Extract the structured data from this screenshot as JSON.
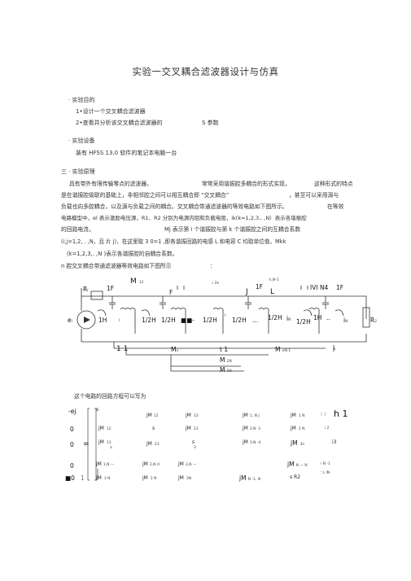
{
  "title": "实验一交叉耦合滤波器设计与仿真",
  "s1": {
    "heading": "· 实验目的",
    "item1": "1•设计一个交叉耦合滤波器",
    "item2": "2•查看并分析该交叉耦合滤波器的",
    "item2b": "S 参数"
  },
  "s2": {
    "heading": "· 实验设备",
    "item1": "装有 HFSS 13.0 软件的笔记本电脑一台"
  },
  "s3": {
    "heading": "三 · 实验原理",
    "p1a": "具有带外有限传输零点的滤波器，",
    "p1b": "常常采用谐振腔多耦合的形式实现，",
    "p1c": "这种形式的特点",
    "p2a": "是在谐振腔级联的基础上，非相邻腔之间可以相互耦合即 “交叉耦合”",
    "p2b": "，甚至可以采用源与",
    "p3a": "负载也向多腔耦合，以及源与负载之间的耦合。交叉耦合带通滤波器的等效电路如下图所示。",
    "p3b": "在等效",
    "p4": "电路模型中，el 表示激励电压源，R1、R2 分别为电源内阻和负载电阻，ik(k=1,2,3,. ,N）表示各谐振腔",
    "p5a": "的回路电流，",
    "p5b": "Mj 表示第 i 个谐振腔与第 k 个谐振腔之间的互耦合系数",
    "p6": "(i,j=1,2, . ,N，且 片 j)，在这里取 3 0=1 ,即各谐振回路的电感 L 和电容 C 均取单位值，Mkk",
    "p7": "(k=1,2,3,. ,N )表示各谐振腔的自耦合系数。",
    "p8a": "n 腔交叉耦合带通滤波器等效电路如下图所示",
    "p8b": "："
  },
  "circuit": {
    "M12": "M",
    "M12_sub": "12",
    "i2k": "i 2k",
    "kN1": "k,N-1",
    "R1": "R",
    "R1_sub": "l",
    "F1": "1F",
    "F2": "F",
    "F3": "1F",
    "J": "J",
    "L": "L",
    "F4": "IVI N4",
    "F5": "1F",
    "el": "e",
    "el_sub": "l",
    "H1": "1H",
    "il": "I",
    "H2": "1/2H",
    "H3": "1/2H",
    "sq": "■■-",
    "H4": "1/2H",
    "Il2": "I",
    "H5": "1/2H",
    "dots1": "...",
    "H6": "1/2H",
    "iN": "i",
    "iN_sub": "N",
    "H7": "1/2H",
    "H8": "1H",
    "dots2": "..",
    "iN2": "i",
    "iN2_sub": "N",
    "R2": "R",
    "R2_sub": "2",
    "bot11": "1 1",
    "Mn": "M",
    "Mn_sub": "n",
    "t1": "t 1",
    "MnN1": "M",
    "MnN1_sub": "nN-1",
    "k": "k",
    "M2N": "M",
    "M2N_sub": "2N",
    "M1N": "M",
    "M1N_sub": "1N"
  },
  "eq": {
    "intro": "这个电路的回路方程可以写为",
    "r1": {
      "a": "-ej",
      "s": "s",
      "m12": "jM",
      "m12s": "12",
      "m13": "jM",
      "m13s": "13",
      "m1N1": "jM",
      "m1N1s": "1, N J",
      "m1N": "jM",
      "m1Ns": "1 N",
      "rb": "）|",
      "h1": "h 1"
    },
    "r2": {
      "a": "0",
      "m12": "jM",
      "m12s": "12",
      "s": "s",
      "m23": "jM",
      "m23s": "23",
      "m2N1": "jM",
      "m2N1s": "2,N -1",
      "m2N": "jM",
      "m2Ns": "2 N",
      "i2": "i 2"
    },
    "r3": {
      "a": "0",
      "eq": "=",
      "m13": "jM",
      "m13s": "13",
      "m13b": "a",
      "m23": "jM",
      "m23s": "23",
      "s": "s",
      "s3": "3",
      "m3N4": "jM",
      "m3N4s": "3,N -4",
      "m3n": "jM",
      "m3ns": "3n",
      "i3": "i3"
    },
    "r4": {
      "a": "0",
      "m1N": "jM",
      "m1Ns": "1,N —",
      "m2NU": "jM",
      "m2NUs": "2,N U",
      "m3N": "jM",
      "m3Ns": "3,N —",
      "mNN": "jM",
      "mNNs": "N — N",
      "iN": "i N -1"
    },
    "r5": {
      "a": "■0",
      "b": "1",
      "m1N": "jM",
      "m1Ns": "1 N",
      "m2N": "jM",
      "m2Ns": "2 N",
      "m3N": "jM",
      "m3Ns": "3N",
      "mN1N": "jM",
      "mN1Ns": "N -1, N",
      "sR2": "s R2",
      "iN": "'.L IN"
    }
  }
}
